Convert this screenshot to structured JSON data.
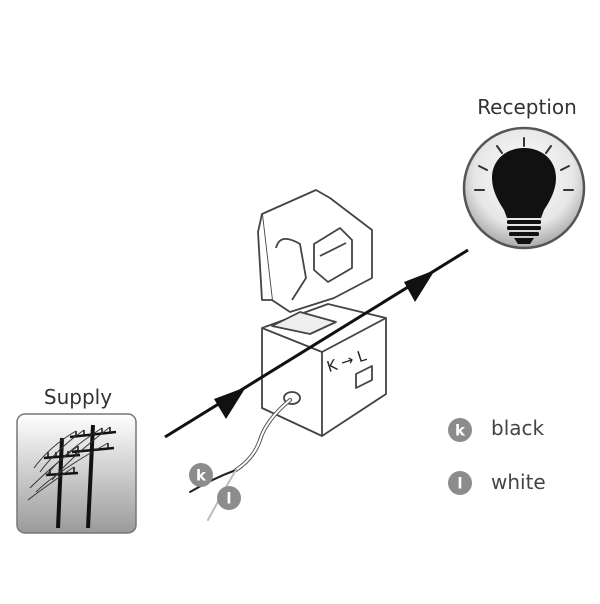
{
  "labels": {
    "reception": "Reception",
    "supply": "Supply",
    "ct_marking": "K → L"
  },
  "legend": [
    {
      "letter": "k",
      "text": "black"
    },
    {
      "letter": "l",
      "text": "white"
    }
  ],
  "wire_badges": [
    {
      "letter": "k"
    },
    {
      "letter": "l"
    }
  ],
  "colors": {
    "badge": "#8c8c8c",
    "line": "#111111",
    "outline": "#444444"
  },
  "icons": [
    "light-bulb-icon",
    "power-pole-icon",
    "arrow-icon"
  ]
}
